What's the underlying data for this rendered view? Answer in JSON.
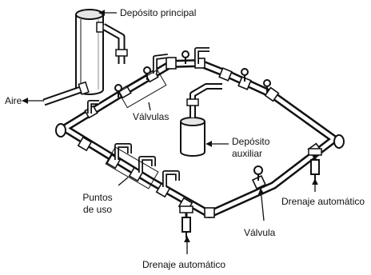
{
  "labels": {
    "main_tank": "Depósito principal",
    "air": "Aire",
    "valves": "Válvulas",
    "aux_tank_line1": "Depósito",
    "aux_tank_line2": "auxiliar",
    "use_points_line1": "Puntos",
    "use_points_line2": "de uso",
    "auto_drain_right": "Drenaje automático",
    "valve": "Válvula",
    "auto_drain_bottom": "Drenaje automático"
  },
  "colors": {
    "ink": "#111111",
    "paper": "#ffffff",
    "shade": "#d9d9d9"
  }
}
